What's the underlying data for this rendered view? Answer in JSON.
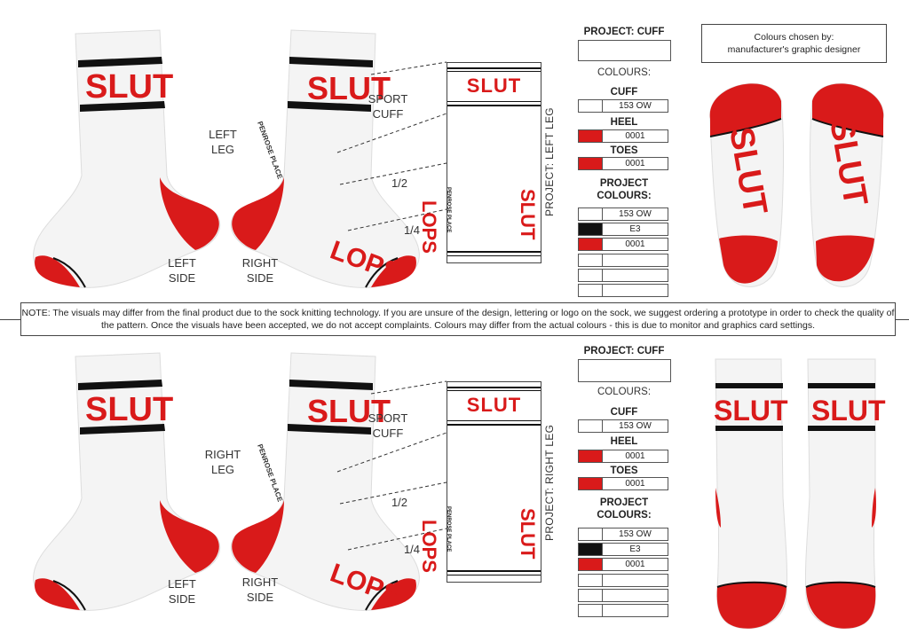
{
  "colors": {
    "red": "#d91a1a",
    "black": "#111111",
    "white": "#ffffff",
    "outline": "#555555"
  },
  "sock_text": "SLUT",
  "sock_back_text": "LOPS",
  "brand_text": "PENROSE PLACE",
  "designer_box": {
    "line1": "Colours chosen by:",
    "line2": "manufacturer's graphic designer"
  },
  "note": "NOTE: The visuals may differ from the final product due to the sock knitting technology. If you are unsure of the design, lettering or logo on the sock, we suggest ordering a prototype in order to check the quality of the pattern. Once the visuals have been accepted, we do not accept complaints. Colours may differ from the actual colours - this is due to monitor and graphics card settings.",
  "panels": [
    {
      "leg_label": {
        "line1": "LEFT",
        "line2": "LEG"
      },
      "left_side": {
        "line1": "LEFT",
        "line2": "SIDE"
      },
      "right_side": {
        "line1": "RIGHT",
        "line2": "SIDE"
      },
      "cuff_label": {
        "line1": "SPORT",
        "line2": "CUFF"
      },
      "half_label": "1/2",
      "quarter_label": "1/4",
      "vertical_label": "PROJECT: LEFT LEG",
      "project_title": "PROJECT: CUFF",
      "colours_title": "COLOURS:",
      "cuff": {
        "title": "CUFF",
        "code": "153 OW",
        "swatch": "#ffffff"
      },
      "heel": {
        "title": "HEEL",
        "code": "0001",
        "swatch": "#d91a1a"
      },
      "toes": {
        "title": "TOES",
        "code": "0001",
        "swatch": "#d91a1a"
      },
      "project_colours": {
        "title_line1": "PROJECT",
        "title_line2": "COLOURS:",
        "rows": [
          {
            "code": "153 OW",
            "swatch": "#ffffff"
          },
          {
            "code": "E3",
            "swatch": "#111111"
          },
          {
            "code": "0001",
            "swatch": "#d91a1a"
          },
          {
            "code": "",
            "swatch": "#ffffff"
          },
          {
            "code": "",
            "swatch": "#ffffff"
          },
          {
            "code": "",
            "swatch": "#ffffff"
          }
        ]
      }
    },
    {
      "leg_label": {
        "line1": "RIGHT",
        "line2": "LEG"
      },
      "left_side": {
        "line1": "LEFT",
        "line2": "SIDE"
      },
      "right_side": {
        "line1": "RIGHT",
        "line2": "SIDE"
      },
      "cuff_label": {
        "line1": "SPORT",
        "line2": "CUFF"
      },
      "half_label": "1/2",
      "quarter_label": "1/4",
      "vertical_label": "PROJECT: RIGHT LEG",
      "project_title": "PROJECT: CUFF",
      "colours_title": "COLOURS:",
      "cuff": {
        "title": "CUFF",
        "code": "153 OW",
        "swatch": "#ffffff"
      },
      "heel": {
        "title": "HEEL",
        "code": "0001",
        "swatch": "#d91a1a"
      },
      "toes": {
        "title": "TOES",
        "code": "0001",
        "swatch": "#d91a1a"
      },
      "project_colours": {
        "title_line1": "PROJECT",
        "title_line2": "COLOURS:",
        "rows": [
          {
            "code": "153 OW",
            "swatch": "#ffffff"
          },
          {
            "code": "E3",
            "swatch": "#111111"
          },
          {
            "code": "0001",
            "swatch": "#d91a1a"
          },
          {
            "code": "",
            "swatch": "#ffffff"
          },
          {
            "code": "",
            "swatch": "#ffffff"
          },
          {
            "code": "",
            "swatch": "#ffffff"
          }
        ]
      }
    }
  ]
}
